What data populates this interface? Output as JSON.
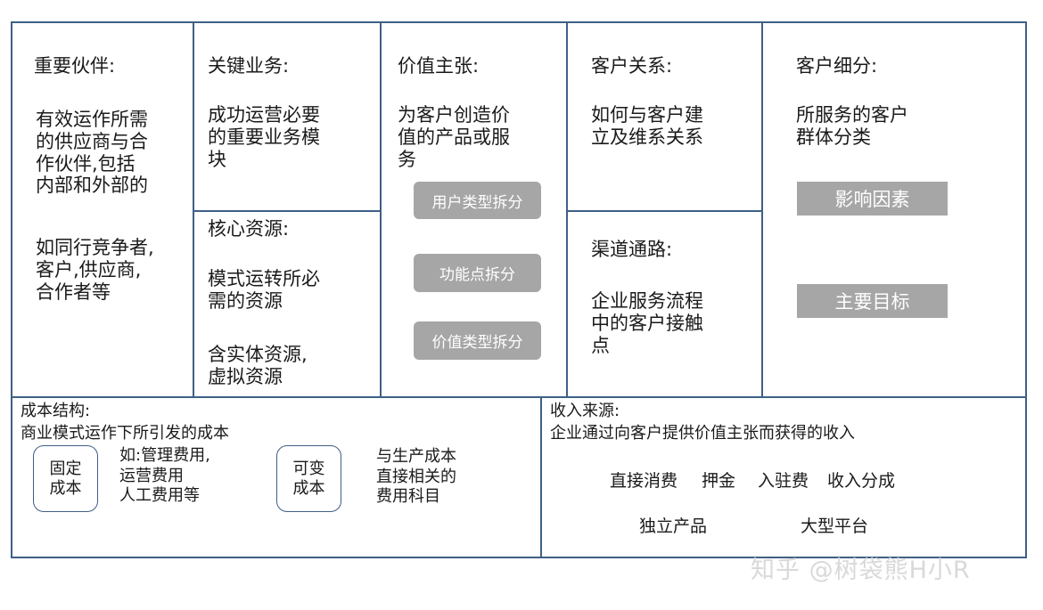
{
  "partners": {
    "title": "重要伙伴:",
    "desc": "有效运作所需\n的供应商与合\n作伙伴,包括\n内部和外部的",
    "example": "如同行竞争者,\n客户,供应商,\n合作者等"
  },
  "activities": {
    "title": "关键业务:",
    "desc": "成功运营必要\n的重要业务模\n块"
  },
  "resources": {
    "title": "核心资源:",
    "desc": "模式运转所必\n需的资源",
    "example": "含实体资源,\n虚拟资源"
  },
  "value": {
    "title": "价值主张:",
    "desc": "为客户创造价\n值的产品或服\n务",
    "buttons": [
      "用户类型拆分",
      "功能点拆分",
      "价值类型拆分"
    ]
  },
  "relationships": {
    "title": "客户关系:",
    "desc": "如何与客户建\n立及维系关系"
  },
  "channels": {
    "title": "渠道通路:",
    "desc": "企业服务流程\n中的客户接触\n点"
  },
  "segments": {
    "title": "客户细分:",
    "desc": "所服务的客户\n群体分类",
    "boxes": [
      "影响因素",
      "主要目标"
    ]
  },
  "cost": {
    "title": "成本结构:",
    "desc": "商业模式运作下所引发的成本",
    "fixed_label": "固定\n成本",
    "fixed_example": "如:管理费用,\n      运营费用\n      人工费用等",
    "variable_label": "可变\n成本",
    "variable_example": "与生产成本\n直接相关的\n费用科目"
  },
  "revenue": {
    "title": "收入来源:",
    "desc": "企业通过向客户提供价值主张而获得的收入",
    "items_row1": [
      "直接消费",
      "押金",
      "入驻费",
      "收入分成"
    ],
    "items_row2": [
      "独立产品",
      "大型平台"
    ]
  },
  "watermark": "知乎 @树袋熊H小R"
}
